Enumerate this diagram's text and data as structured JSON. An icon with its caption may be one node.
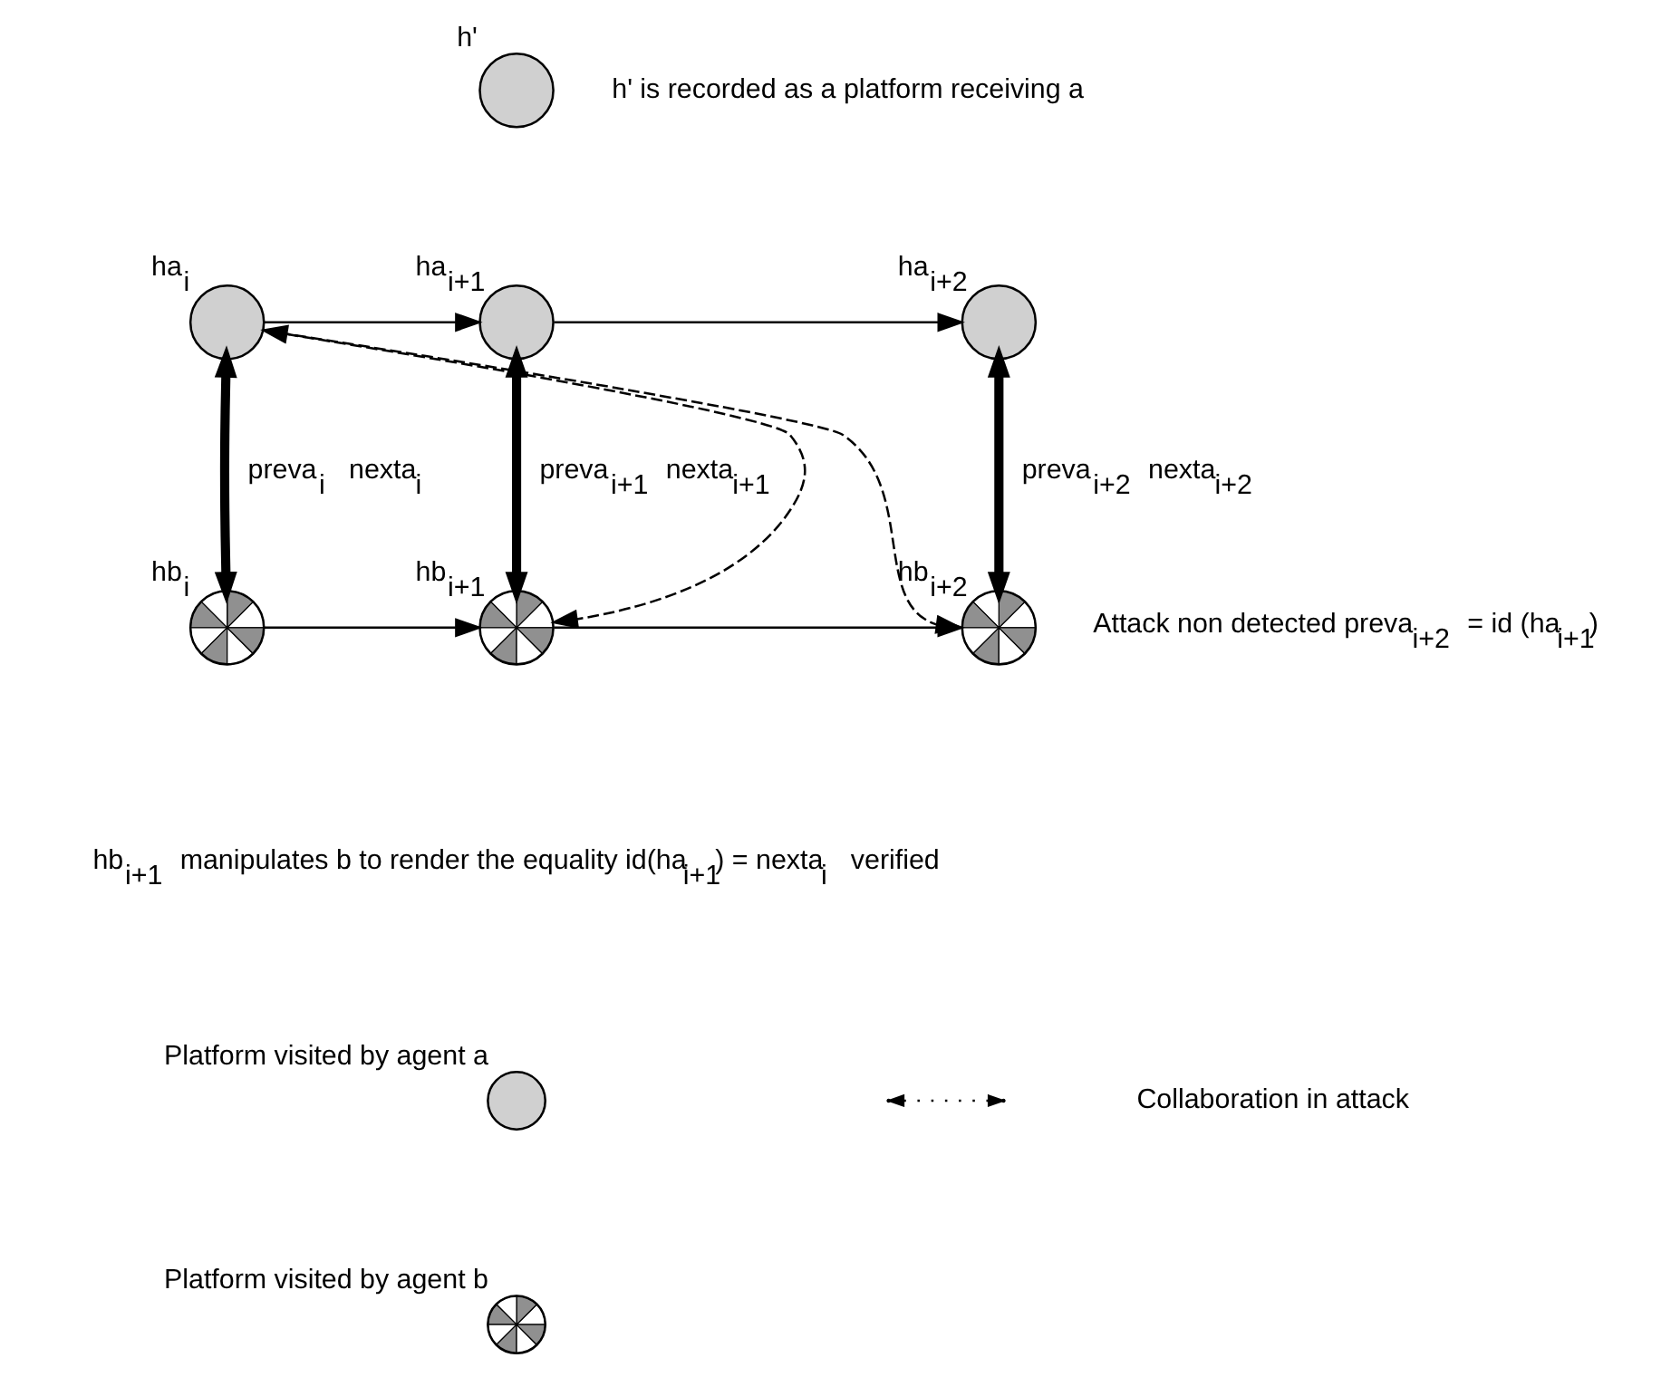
{
  "diagram": {
    "nodes": [
      {
        "text": [
          "h'"
        ],
        "beside": [
          "h' is recorded as a platform receiving a"
        ]
      },
      {
        "text": [
          "ha$_{i}$"
        ]
      },
      {
        "text": [
          "ha$_{i+1}$"
        ]
      },
      {
        "text": [
          "ha$_{i+2}$"
        ]
      },
      {
        "text": [
          "hb$_{i}$"
        ]
      },
      {
        "text": [
          "hb$_{i+1}$"
        ]
      },
      {
        "text": [
          "hb$_{i+2}$"
        ],
        "beside": [
          "Attack non detected preva$_{i+2}$ = id (ha$_{i+1}$)"
        ]
      }
    ],
    "edges": [
      {
        "from": 1,
        "to": 2,
        "arrow": "to"
      },
      {
        "from": 2,
        "to": 3,
        "arrow": "to"
      },
      {
        "from": 1,
        "to": 4,
        "arrow": "both",
        "style": "thick",
        "label": "preva$_{i}$ nexta$_{i}$"
      },
      {
        "from": 2,
        "to": 5,
        "arrow": "both",
        "style": "thick",
        "label": "preva$_{i+1}$ nexta$_{i+1}$"
      },
      {
        "from": 3,
        "to": 6,
        "arrow": "both",
        "style": "thick",
        "label": "preva$_{i+2}$ nexta$_{i+2}$"
      },
      {
        "from": 1,
        "to": 5,
        "arrow": "both",
        "style": "dashed"
      },
      {
        "from": 1,
        "to": 6,
        "arrow": "to",
        "style": "dashed"
      },
      {
        "from": 4,
        "to": 5,
        "arrow": "to"
      },
      {
        "from": 5,
        "to": 6,
        "arrow": "to"
      }
    ],
    "labels": [
      "hb$_{i+1}$ manipulates b to render the equality id(ha$_{i+1}$) = nexta$_{i}$ verified"
    ],
    "legend": [
      {
        "text": "Platform visited by agent a"
      },
      {
        "text": "Platform visited by agent b"
      },
      {
        "text": "Collaboration in attack"
      }
    ]
  }
}
